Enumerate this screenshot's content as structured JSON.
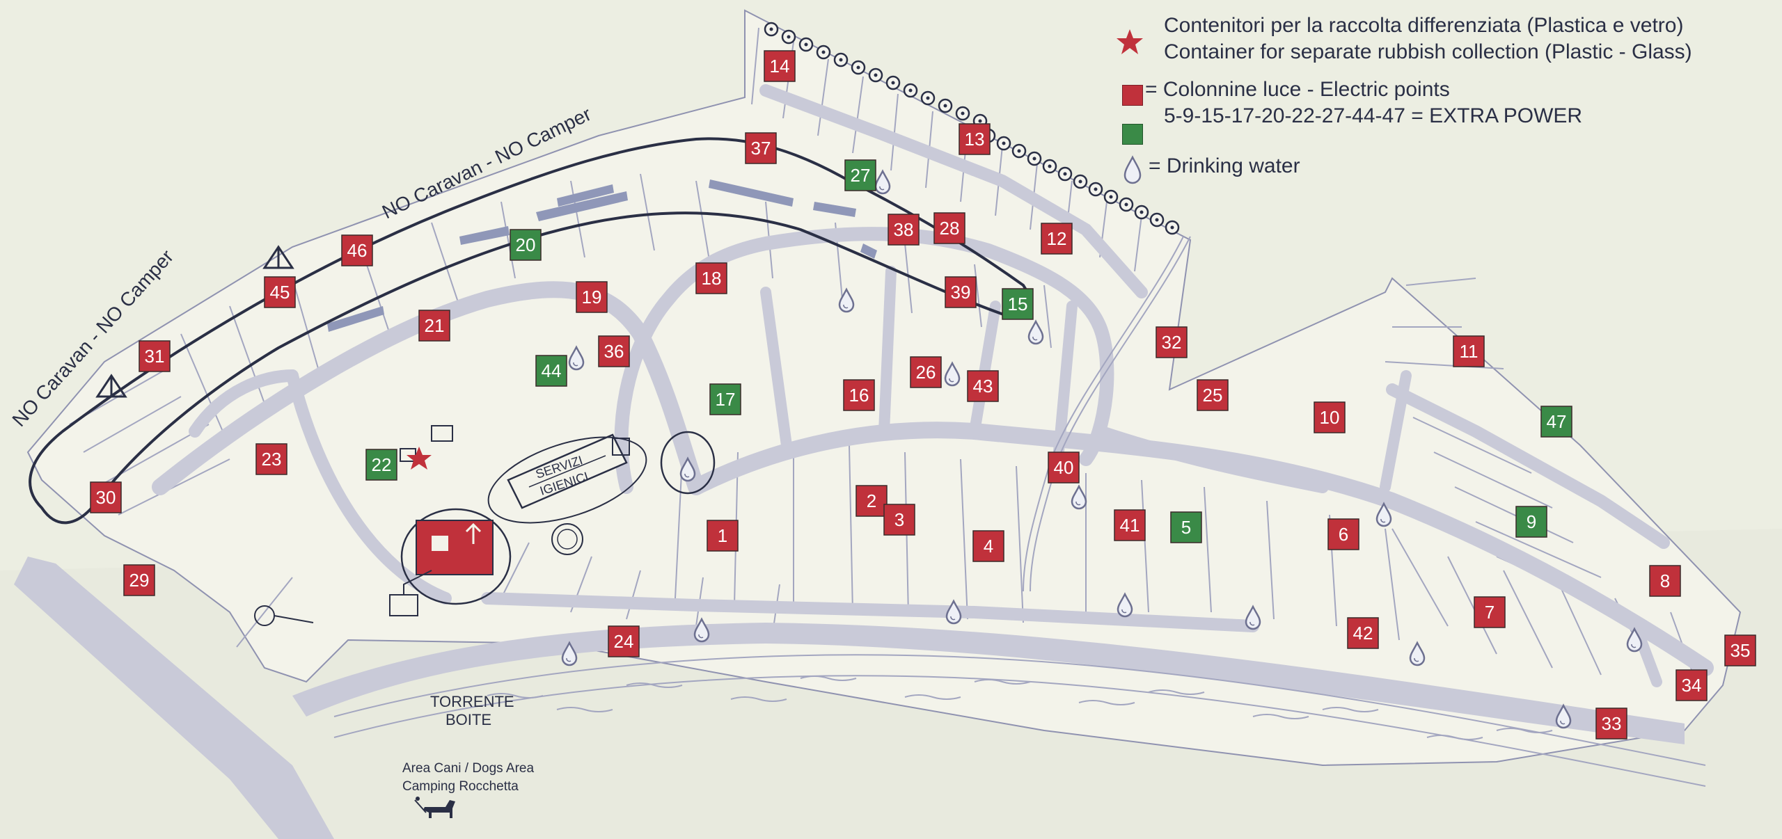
{
  "legend": {
    "star_line1": "Contenitori per la raccolta differenziata (Plastica e vetro)",
    "star_line2": "Container for separate rubbish collection (Plastic - Glass)",
    "red_label": "= Colonnine luce - Electric points",
    "green_label": "5-9-15-17-20-22-27-44-47 = EXTRA POWER",
    "water_label": "= Drinking water"
  },
  "map_labels": {
    "no_caravan_1": "NO Caravan - NO Camper",
    "no_caravan_2": "NO Caravan - NO Camper",
    "servizi_1": "SERVIZI",
    "servizi_2": "IGIENICI",
    "river_1": "TORRENTE",
    "river_2": "BOITE",
    "dogs_1": "Area Cani / Dogs Area",
    "dogs_2": "Camping Rocchetta"
  },
  "colors": {
    "red": "#c0313b",
    "green": "#3a8a47",
    "road": "#c9cad8",
    "line": "#8f92b0",
    "ink": "#2a2f45"
  },
  "pitches": [
    {
      "id": "1",
      "type": "electric"
    },
    {
      "id": "2",
      "type": "electric"
    },
    {
      "id": "3",
      "type": "electric"
    },
    {
      "id": "4",
      "type": "electric"
    },
    {
      "id": "5",
      "type": "extra_power"
    },
    {
      "id": "6",
      "type": "electric"
    },
    {
      "id": "7",
      "type": "electric"
    },
    {
      "id": "8",
      "type": "electric"
    },
    {
      "id": "9",
      "type": "extra_power"
    },
    {
      "id": "10",
      "type": "electric"
    },
    {
      "id": "11",
      "type": "electric"
    },
    {
      "id": "12",
      "type": "electric"
    },
    {
      "id": "13",
      "type": "electric"
    },
    {
      "id": "14",
      "type": "electric"
    },
    {
      "id": "15",
      "type": "extra_power"
    },
    {
      "id": "16",
      "type": "electric"
    },
    {
      "id": "17",
      "type": "extra_power"
    },
    {
      "id": "18",
      "type": "electric"
    },
    {
      "id": "19",
      "type": "electric"
    },
    {
      "id": "20",
      "type": "extra_power"
    },
    {
      "id": "21",
      "type": "electric"
    },
    {
      "id": "22",
      "type": "extra_power"
    },
    {
      "id": "23",
      "type": "electric"
    },
    {
      "id": "24",
      "type": "electric"
    },
    {
      "id": "25",
      "type": "electric"
    },
    {
      "id": "26",
      "type": "electric"
    },
    {
      "id": "27",
      "type": "extra_power"
    },
    {
      "id": "28",
      "type": "electric"
    },
    {
      "id": "29",
      "type": "electric"
    },
    {
      "id": "30",
      "type": "electric"
    },
    {
      "id": "31",
      "type": "electric"
    },
    {
      "id": "32",
      "type": "electric"
    },
    {
      "id": "33",
      "type": "electric"
    },
    {
      "id": "34",
      "type": "electric"
    },
    {
      "id": "35",
      "type": "electric"
    },
    {
      "id": "36",
      "type": "electric"
    },
    {
      "id": "37",
      "type": "electric"
    },
    {
      "id": "38",
      "type": "electric"
    },
    {
      "id": "39",
      "type": "electric"
    },
    {
      "id": "40",
      "type": "electric"
    },
    {
      "id": "41",
      "type": "electric"
    },
    {
      "id": "42",
      "type": "electric"
    },
    {
      "id": "43",
      "type": "electric"
    },
    {
      "id": "44",
      "type": "extra_power"
    },
    {
      "id": "45",
      "type": "electric"
    },
    {
      "id": "46",
      "type": "electric"
    },
    {
      "id": "47",
      "type": "extra_power"
    }
  ]
}
